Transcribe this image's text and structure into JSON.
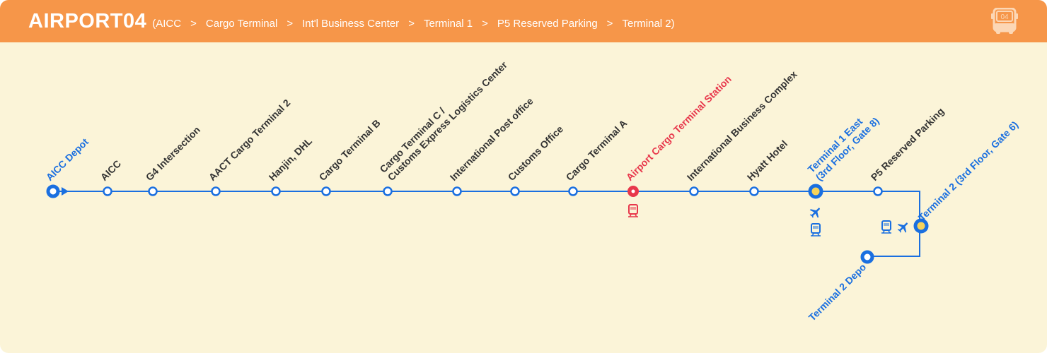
{
  "header": {
    "title": "AIRPORT04",
    "route_open": "(AICC",
    "route_stops": [
      "Cargo Terminal",
      "Int'l Business Center",
      "Terminal 1",
      "P5 Reserved Parking"
    ],
    "route_close": "Terminal 2)",
    "separator": ">",
    "bus_number": "04"
  },
  "stations": [
    {
      "name": "AICC Depot",
      "type": "depot"
    },
    {
      "name": "AICC"
    },
    {
      "name": "G4 Intersection"
    },
    {
      "name": "AACT Cargo Terminal 2"
    },
    {
      "name": "Hanjin, DHL"
    },
    {
      "name": "Cargo Terminal B"
    },
    {
      "name": "Cargo Terminal C /",
      "name2": "Customs Express Logistics Center"
    },
    {
      "name": "International Post office"
    },
    {
      "name": "Customs Office"
    },
    {
      "name": "Cargo Terminal A"
    },
    {
      "name": "Airport Cargo Terminal Station",
      "type": "current"
    },
    {
      "name": "International Business Complex"
    },
    {
      "name": "Hyatt Hotel"
    },
    {
      "name": "Terminal 1 East",
      "name2": "(3rd Floor, Gate 8)",
      "type": "major"
    },
    {
      "name": "P5 Reserved Parking"
    },
    {
      "name": "Terminal 2 (3rd Floor, Gate 6)",
      "type": "major"
    },
    {
      "name": "Terminal 2 Depo",
      "type": "depot"
    }
  ],
  "colors": {
    "header": "#f69649",
    "background": "#fbf4d8",
    "line": "#1a6fe0",
    "current": "#e8374b",
    "major_fill": "#f7d35a"
  }
}
